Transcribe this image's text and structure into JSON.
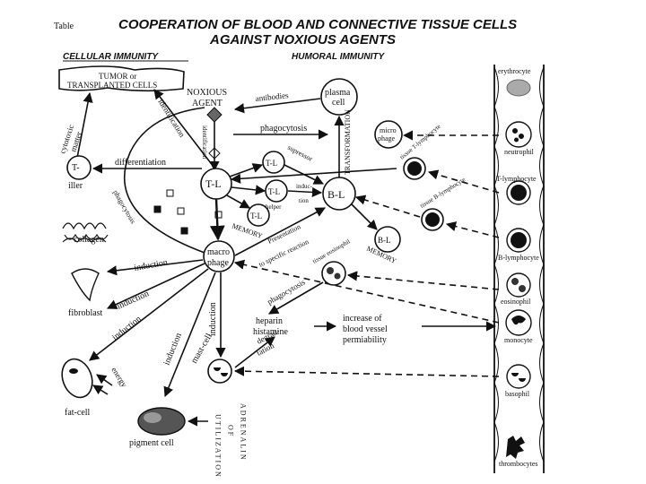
{
  "header": {
    "table_label": "Table",
    "title_line1": "COOPERATION OF BLOOD AND CONNECTIVE TISSUE CELLS",
    "title_line2": "AGAINST NOXIOUS AGENTS"
  },
  "sections": {
    "cellular": "CELLULAR IMMUNITY",
    "humoral": "HUMORAL IMMUNITY"
  },
  "labels": {
    "tumor1": "TUMOR or",
    "tumor2": "TRANSPLANTED CELLS",
    "noxious1": "NOXIOUS",
    "noxious2": "AGENT",
    "plasma1": "plasma",
    "plasma2": "cell",
    "antibodies": "antibodies",
    "identification": "identification",
    "cytotoxic1": "cytotoxic",
    "cytotoxic2": "matter",
    "killer_top": "T-",
    "killer_bottom": "iller",
    "differentiation": "differentiation",
    "phagocytosis1": "phagocytosis",
    "micro1": "micro",
    "micro2": "phage",
    "transformation": "TRANSFORMATION",
    "supressor": "supressor",
    "helper": "helper",
    "ti_lymph": "tissue T-lymphocyte",
    "tl_main": "T-L",
    "tl_sup": "T-L",
    "tl_help": "T-L",
    "tl_mem": "T-L",
    "memory1": "MEMORY",
    "induction_small": "induc-",
    "induction_small2": "tion",
    "bl": "B-L",
    "bl_mem": "B-L",
    "memory2": "MEMORY",
    "tb_lymph": "tissue B-lymphocyte",
    "phagocytosis_left": "phagocytosis",
    "collagen": "collagen",
    "macro1": "macro",
    "macro2": "phage",
    "presentation": "Presentation",
    "specific": "to specific reaction",
    "t_eos": "tissue eosinophil",
    "induction_a": "induction",
    "induction_b": "induction",
    "induction_c": "induction",
    "induction_d": "induction",
    "induction_e": "induction",
    "fibroblast": "fibroblast",
    "phagocytosis2": "phagocytosis",
    "heparin": "heparin",
    "histamine": "histamine",
    "increase1": "increase of",
    "increase2": "blood vessel",
    "increase3": "permiability",
    "degran1": "degran-",
    "degran2": "tation",
    "mast": "mast-cell",
    "energy": "energy",
    "fatcell": "fat-cell",
    "pigment": "pigment cell",
    "utilization": "UTILIZATION",
    "of": "OF",
    "adrenalin": "ADRENALIN"
  },
  "blood_cells": {
    "erythrocyte": "erythrocyte",
    "neutrophil": "neutrophil",
    "t_lymphocyte": "T-lymphocyte",
    "b_lymphocyte": "B-lymphocyte",
    "eosinophil": "eosinophil",
    "monocyte": "monocyte",
    "basophil": "basophil",
    "thrombocytes": "thrombocytes"
  }
}
